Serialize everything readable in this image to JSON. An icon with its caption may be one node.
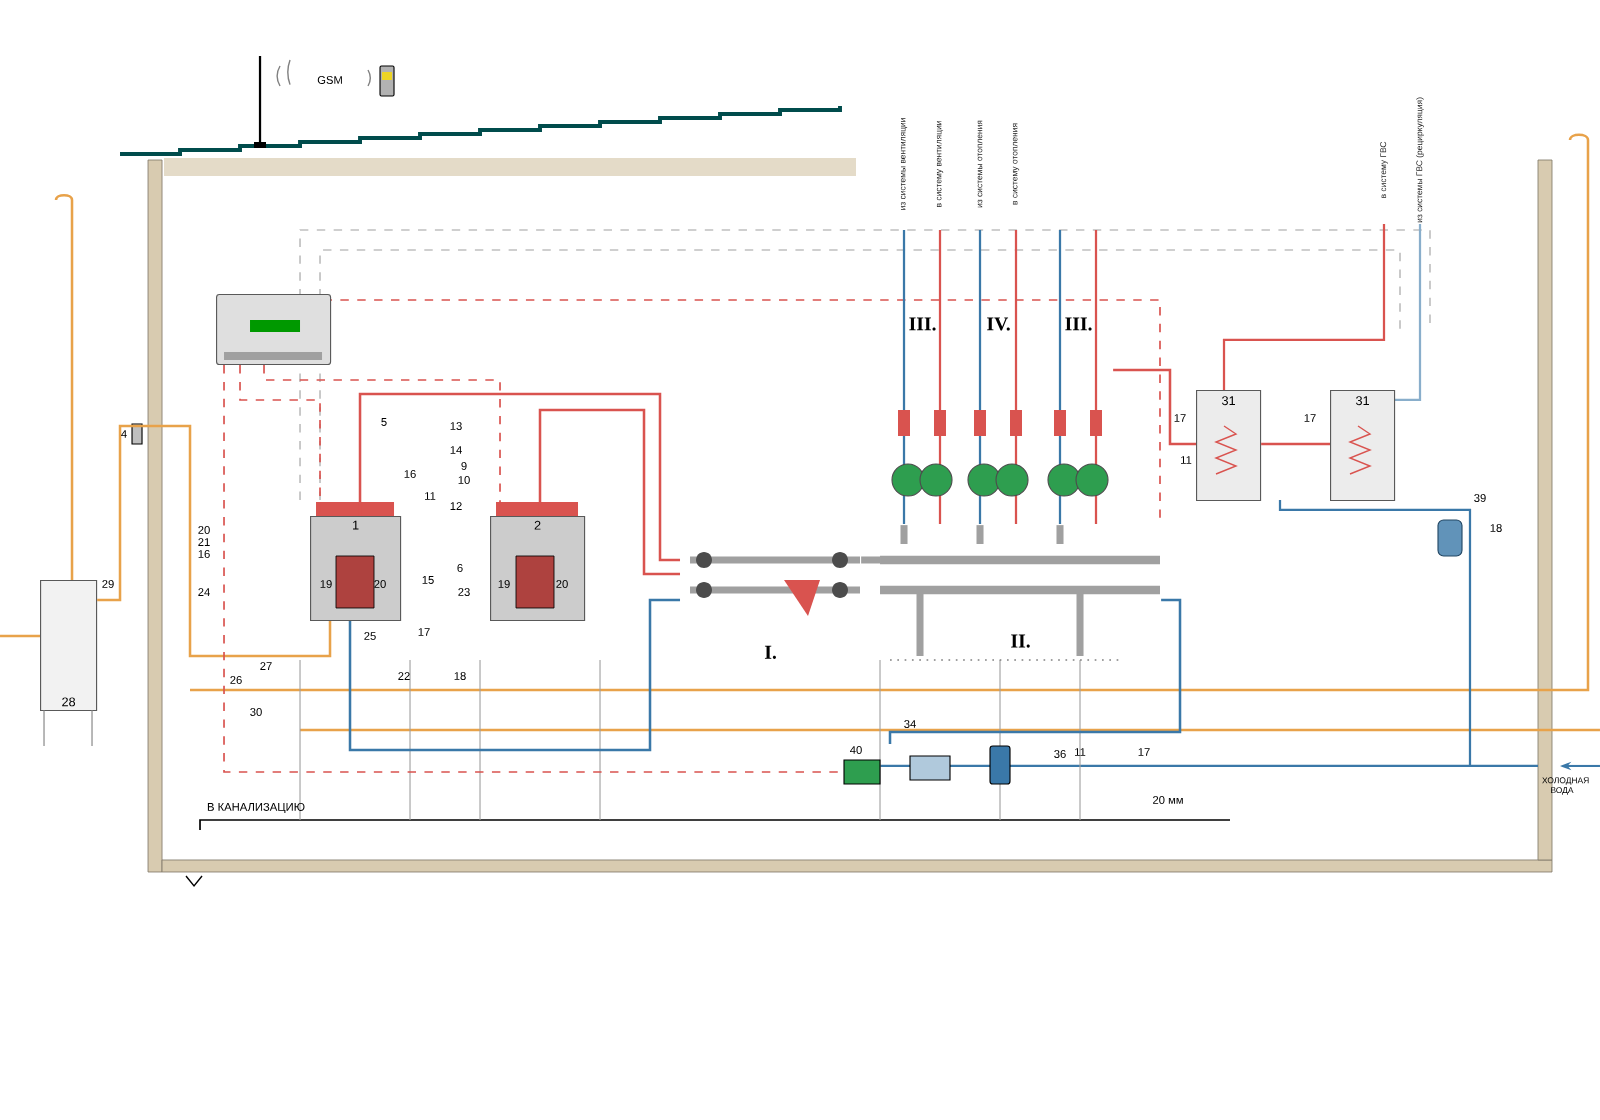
{
  "diagram": {
    "nodes": [
      {
        "text": [],
        "shape": "box"
      },
      {
        "text": [
          "1"
        ]
      },
      {
        "text": [
          "2"
        ]
      },
      {
        "text": [
          "I."
        ]
      },
      {
        "text": [
          "II."
        ]
      },
      {
        "text": [
          "III."
        ]
      },
      {
        "text": [
          "IV."
        ]
      },
      {
        "text": [
          "III."
        ]
      },
      {
        "text": [
          "31"
        ]
      },
      {
        "text": [
          "31"
        ]
      },
      {
        "text": [
          "28"
        ]
      },
      {
        "text": [],
        "shape": "picture"
      }
    ],
    "edges": [
      {
        "from": 0,
        "to": 1,
        "arrow": "none",
        "style": "dashed",
        "color": "#d9534f"
      },
      {
        "from": 0,
        "to": 2,
        "arrow": "none",
        "style": "dashed",
        "color": "#d9534f"
      },
      {
        "from": 1,
        "to": 3,
        "arrow": "none",
        "color": "#d9534f"
      },
      {
        "from": 2,
        "to": 3,
        "arrow": "none",
        "color": "#d9534f"
      },
      {
        "from": 3,
        "to": 1,
        "arrow": "none",
        "color": "#3a78a8"
      },
      {
        "from": 3,
        "to": 4,
        "arrow": "none",
        "style": "thick"
      },
      {
        "from": 4,
        "to": 5,
        "arrow": "none",
        "style": "thick"
      },
      {
        "from": 4,
        "to": 6,
        "arrow": "none",
        "style": "thick"
      },
      {
        "from": 4,
        "to": 7,
        "arrow": "none",
        "style": "thick"
      },
      {
        "from": 7,
        "to": 8,
        "arrow": "none",
        "color": "#d9534f"
      },
      {
        "from": 8,
        "to": 9,
        "arrow": "none",
        "color": "#d9534f"
      },
      {
        "from": 10,
        "to": 1,
        "arrow": "none",
        "color": "#e8a24a"
      },
      {
        "from": 0,
        "to": 11,
        "arrow": "none",
        "style": "dashed",
        "color": "#d9534f"
      },
      {
        "from": 4,
        "to": 11,
        "arrow": "none",
        "color": "#3a78a8"
      }
    ],
    "labels": [
      "GSM",
      "из системы вентиляции",
      "в систему вентиляции",
      "из системы отопления",
      "в систему отопления",
      "в систему ГВС",
      "из системы ГВС (рециркуляция)",
      "4",
      "5",
      "13",
      "14",
      "16",
      "9",
      "10",
      "11",
      "12",
      "19",
      "20",
      "15",
      "6",
      "23",
      "17",
      "25",
      "22",
      "18",
      "29",
      "20",
      "21",
      "16",
      "24",
      "26",
      "27",
      "30",
      "19",
      "20",
      "17",
      "11",
      "17",
      "39",
      "18",
      "34",
      "40",
      "36",
      "11",
      "17",
      "В КАНАЛИЗАЦИЮ",
      "20 мм",
      "ХОЛОДНАЯ ВОДА"
    ]
  }
}
